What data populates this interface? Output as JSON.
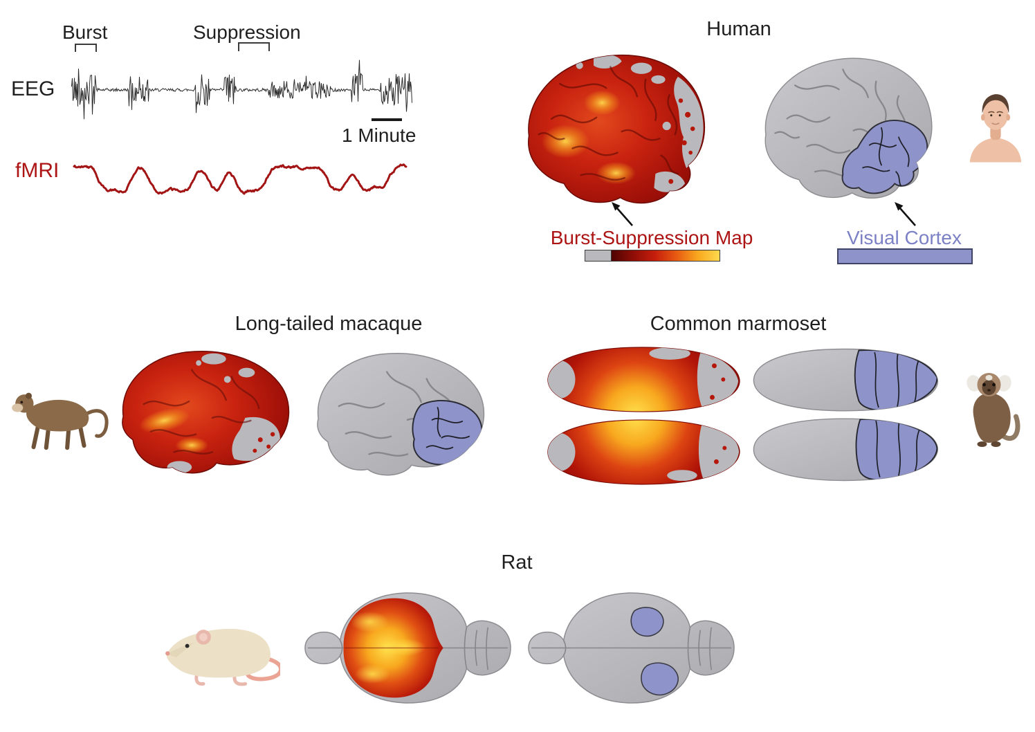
{
  "traces_panel": {
    "burst_label": "Burst",
    "suppression_label": "Suppression",
    "eeg_label": "EEG",
    "fmri_label": "fMRI",
    "scale_label": "1 Minute"
  },
  "human_panel": {
    "title": "Human",
    "map_label": "Burst-Suppression Map",
    "visual_label": "Visual Cortex"
  },
  "macaque_panel": {
    "title": "Long-tailed macaque"
  },
  "marmoset_panel": {
    "title": "Common marmoset"
  },
  "rat_panel": {
    "title": "Rat"
  },
  "colors": {
    "eeg_trace": "#2b2b2b",
    "fmri_trace": "#a31414",
    "map_label_text": "#ad1414",
    "visual_label_text": "#7c81c6",
    "visual_cortex_fill": "#8e93c9",
    "brain_gray": "#b9b9bd",
    "map_gradient_low": "#4f0402",
    "map_gradient_mid": "#c51e0c",
    "map_gradient_high": "#ffd94e"
  }
}
